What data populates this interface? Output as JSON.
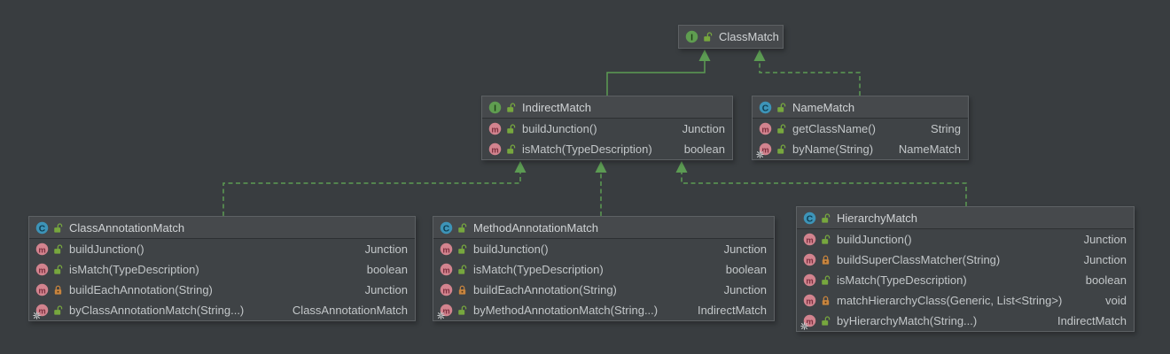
{
  "diagram": {
    "colors": {
      "background": "#393d40",
      "node_body": "#3f4346",
      "node_header": "#46494c",
      "node_border": "#5d6164",
      "title": "#d0d3d5",
      "text": "#c3c7c9",
      "edge": "#5c9b53",
      "interface_icon": "#5f9d50",
      "class_icon": "#3d94b8",
      "method_icon": "#d2838e",
      "public_lock": "#77a73e",
      "private_lock": "#c8843e"
    },
    "nodes": [
      {
        "id": "class-match",
        "kind": "interface",
        "name": "ClassMatch",
        "members": []
      },
      {
        "id": "indirect-match",
        "kind": "interface",
        "name": "IndirectMatch",
        "members": [
          {
            "signature": "buildJunction()",
            "type": "Junction",
            "visibility": "public",
            "static": false
          },
          {
            "signature": "isMatch(TypeDescription)",
            "type": "boolean",
            "visibility": "public",
            "static": false
          }
        ]
      },
      {
        "id": "name-match",
        "kind": "class",
        "name": "NameMatch",
        "members": [
          {
            "signature": "getClassName()",
            "type": "String",
            "visibility": "public",
            "static": false
          },
          {
            "signature": "byName(String)",
            "type": "NameMatch",
            "visibility": "public",
            "static": true
          }
        ]
      },
      {
        "id": "class-annotation-match",
        "kind": "class",
        "name": "ClassAnnotationMatch",
        "members": [
          {
            "signature": "buildJunction()",
            "type": "Junction",
            "visibility": "public",
            "static": false
          },
          {
            "signature": "isMatch(TypeDescription)",
            "type": "boolean",
            "visibility": "public",
            "static": false
          },
          {
            "signature": "buildEachAnnotation(String)",
            "type": "Junction",
            "visibility": "private",
            "static": false
          },
          {
            "signature": "byClassAnnotationMatch(String...)",
            "type": "ClassAnnotationMatch",
            "visibility": "public",
            "static": true
          }
        ]
      },
      {
        "id": "method-annotation-match",
        "kind": "class",
        "name": "MethodAnnotationMatch",
        "members": [
          {
            "signature": "buildJunction()",
            "type": "Junction",
            "visibility": "public",
            "static": false
          },
          {
            "signature": "isMatch(TypeDescription)",
            "type": "boolean",
            "visibility": "public",
            "static": false
          },
          {
            "signature": "buildEachAnnotation(String)",
            "type": "Junction",
            "visibility": "private",
            "static": false
          },
          {
            "signature": "byMethodAnnotationMatch(String...)",
            "type": "IndirectMatch",
            "visibility": "public",
            "static": true
          }
        ]
      },
      {
        "id": "hierarchy-match",
        "kind": "class",
        "name": "HierarchyMatch",
        "members": [
          {
            "signature": "buildJunction()",
            "type": "Junction",
            "visibility": "public",
            "static": false
          },
          {
            "signature": "buildSuperClassMatcher(String)",
            "type": "Junction",
            "visibility": "private",
            "static": false
          },
          {
            "signature": "isMatch(TypeDescription)",
            "type": "boolean",
            "visibility": "public",
            "static": false
          },
          {
            "signature": "matchHierarchyClass(Generic, List<String>)",
            "type": "void",
            "visibility": "private",
            "static": false
          },
          {
            "signature": "byHierarchyMatch(String...)",
            "type": "IndirectMatch",
            "visibility": "public",
            "static": true
          }
        ]
      }
    ],
    "edges": [
      {
        "from": "IndirectMatch",
        "to": "ClassMatch",
        "relation": "extends",
        "style": "solid"
      },
      {
        "from": "NameMatch",
        "to": "ClassMatch",
        "relation": "implements",
        "style": "dashed"
      },
      {
        "from": "ClassAnnotationMatch",
        "to": "IndirectMatch",
        "relation": "implements",
        "style": "dashed"
      },
      {
        "from": "MethodAnnotationMatch",
        "to": "IndirectMatch",
        "relation": "implements",
        "style": "dashed"
      },
      {
        "from": "HierarchyMatch",
        "to": "IndirectMatch",
        "relation": "implements",
        "style": "dashed"
      }
    ]
  }
}
